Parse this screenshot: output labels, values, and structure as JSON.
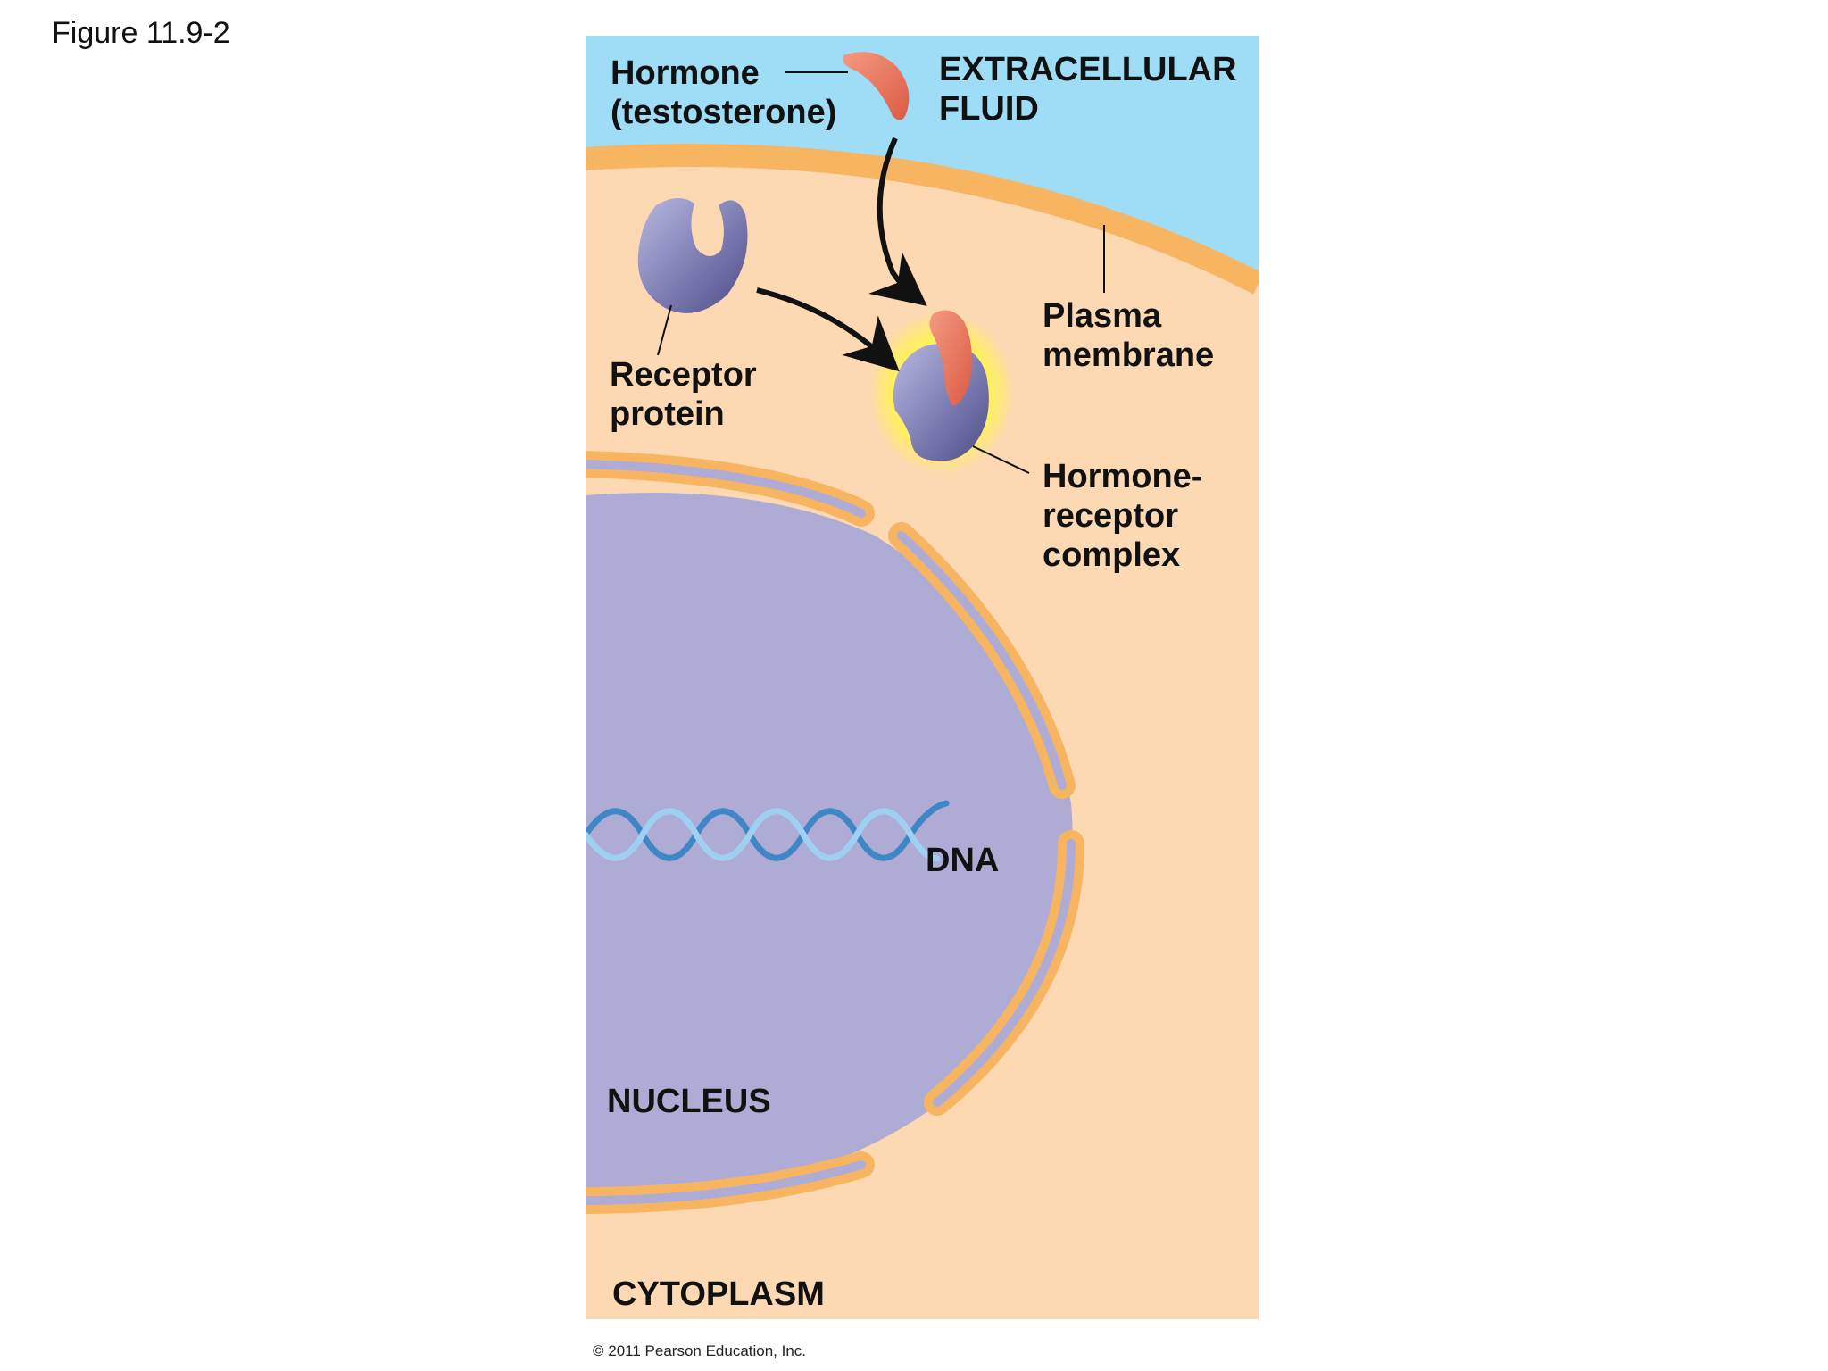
{
  "figure_title": "Figure 11.9-2",
  "labels": {
    "hormone_line1": "Hormone",
    "hormone_line2": "(testosterone)",
    "ecf_line1": "EXTRACELLULAR",
    "ecf_line2": "FLUID",
    "plasma_line1": "Plasma",
    "plasma_line2": "membrane",
    "receptor_line1": "Receptor",
    "receptor_line2": "protein",
    "complex_line1": "Hormone-",
    "complex_line2": "receptor",
    "complex_line3": "complex",
    "dna": "DNA",
    "nucleus": "NUCLEUS",
    "cytoplasm": "CYTOPLASM"
  },
  "copyright": "© 2011 Pearson Education, Inc.",
  "colors": {
    "extracellular": "#9fdcf5",
    "cytoplasm": "#fcd9b3",
    "membrane": "#f7b562",
    "nucleus": "#aeabd4",
    "hormone": "#e8705a",
    "receptor": "#7f7fb4",
    "dna": "#4a8fcf",
    "glow": "#fff15a"
  }
}
